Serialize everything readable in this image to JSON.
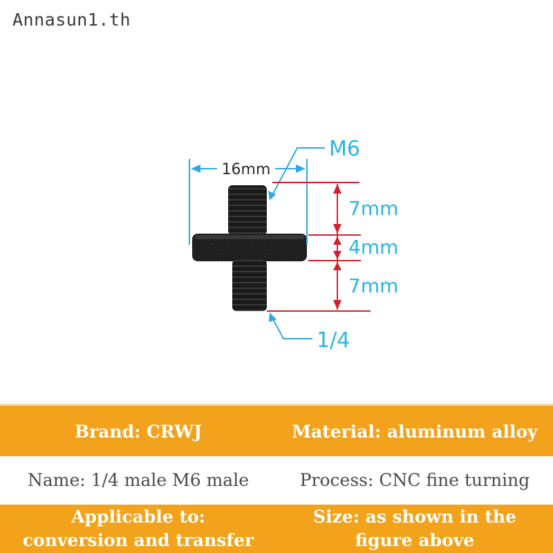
{
  "watermark": "Annasun1.th",
  "figure": {
    "width_label": "16mm",
    "top_thread_label": "M6",
    "bottom_thread_label": "1/4",
    "top_length_label": "7mm",
    "knob_height_label": "4mm",
    "bottom_length_label": "7mm",
    "colors": {
      "dimension_blue": "#2fa9dc",
      "dimension_red": "#d02030",
      "label_blue": "#29b6e6"
    }
  },
  "specs": {
    "brand": "Brand: CRWJ",
    "material": "Material: aluminum alloy",
    "name": "Name: 1/4 male M6 male",
    "process": "Process: CNC fine turning",
    "applicable_line1": "Applicable to:",
    "applicable_line2": "conversion and transfer",
    "size_line1": "Size: as shown in the",
    "size_line2": "figure above",
    "colors": {
      "orange": "#f2a21b",
      "white": "#ffffff"
    }
  }
}
